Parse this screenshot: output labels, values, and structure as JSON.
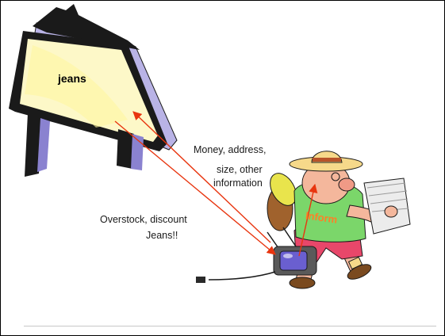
{
  "billboard": {
    "label": "jeans"
  },
  "captions": {
    "right": [
      "Money, address,",
      "size, other",
      "information"
    ],
    "left": [
      "Overstock, discount",
      "Jeans!!"
    ]
  },
  "figure": {
    "shirt_text": "Inform"
  },
  "colors": {
    "arrow": "#e8350f",
    "billboard_face": "#fdf8c8",
    "billboard_frame": "#1a1a1a",
    "billboard_shadow": "#b9b3e6",
    "tv_screen": "#6a5fd0",
    "shirt": "#7bd66a",
    "shorts": "#e8476a",
    "skin": "#f4b79c",
    "hat": "#f6d98a",
    "backpack": "#e9e44c"
  }
}
